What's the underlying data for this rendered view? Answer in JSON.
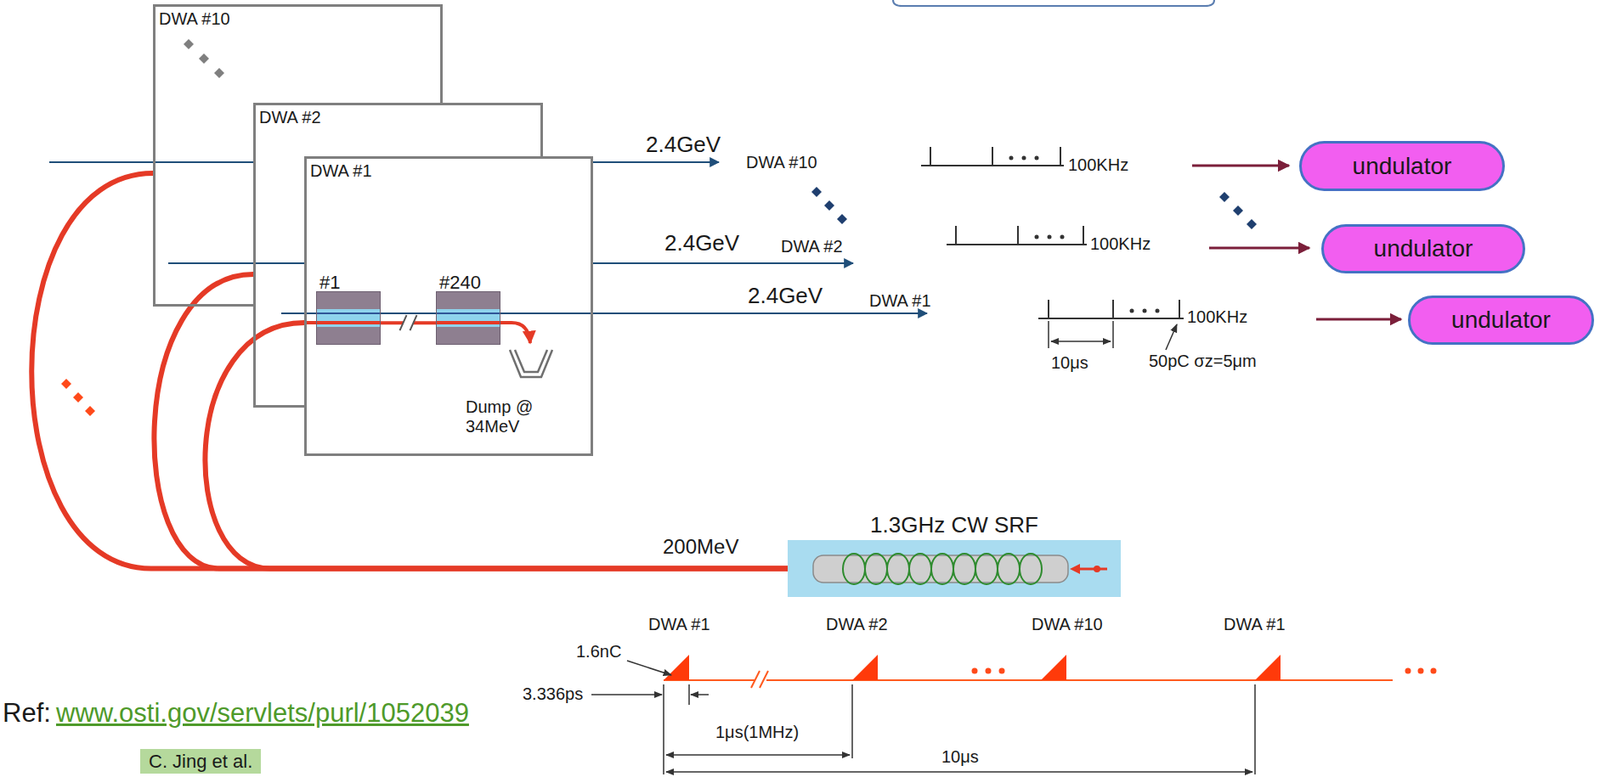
{
  "diagram": {
    "nodes": [
      {
        "text": [
          "DWA #10"
        ]
      },
      {
        "text": [
          "DWA #2"
        ]
      },
      {
        "text": [
          "DWA #1"
        ]
      },
      {
        "text": [
          "#1"
        ],
        "in": 2
      },
      {
        "text": [
          "#240"
        ],
        "in": 2
      },
      {
        "text": [
          "1.3GHz CW SRF"
        ]
      },
      {
        "text": [
          "undulator"
        ]
      },
      {
        "text": [
          "undulator"
        ]
      },
      {
        "text": [
          "undulator"
        ]
      }
    ],
    "edges": [
      {
        "from": 5,
        "to": 2,
        "arrow": "none"
      },
      {
        "from": 5,
        "to": 1,
        "arrow": "none"
      },
      {
        "from": 5,
        "to": 0,
        "arrow": "none"
      },
      {
        "from": 3,
        "to": 4,
        "arrow": "none"
      }
    ],
    "labels": [
      "2.4GeV",
      "DWA #10",
      "2.4GeV",
      "DWA #2",
      "2.4GeV",
      "DWA #1",
      "100KHz",
      "100KHz",
      "100KHz",
      "10μs",
      "50pC σz=5μm",
      "Dump @ 34MeV",
      "200MeV",
      "DWA #1",
      "DWA #2",
      "DWA #10",
      "DWA #1",
      "1.6nC",
      "3.336ps",
      "1μs(1MHz)",
      "10μs",
      "Ref:",
      "www.osti.gov/servlets/purl/1052039",
      "C. Jing et al."
    ]
  }
}
